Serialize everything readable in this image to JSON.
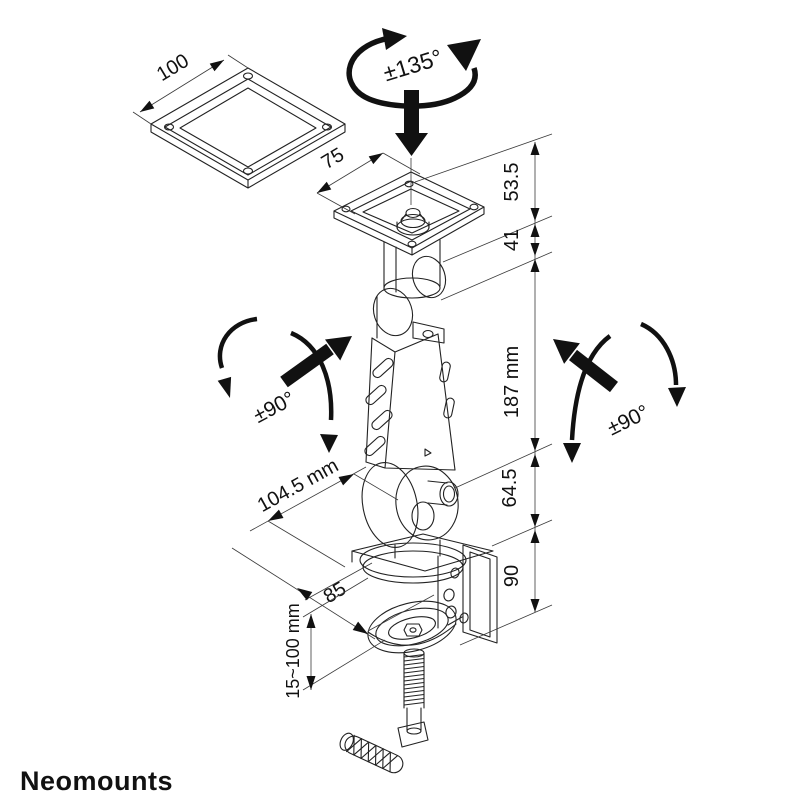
{
  "page": {
    "background": "#ffffff"
  },
  "brand": {
    "name": "Neomounts",
    "color": "#8e8e8e"
  },
  "drawing": {
    "line_color": "#222222",
    "annotation_color": "#111111"
  },
  "labels": {
    "rotation_range": "±135°",
    "tilt_left": "±90°",
    "tilt_right": "±90°",
    "vesa_width": "100",
    "vesa_height": "75",
    "head_height": "53.5",
    "hinge_height": "41",
    "arm_length": "187 mm",
    "lower_height": "64.5",
    "base_height": "90",
    "arm_reach": "104.5 mm",
    "clamp_width": "85",
    "clamp_range": "15~100 mm"
  }
}
